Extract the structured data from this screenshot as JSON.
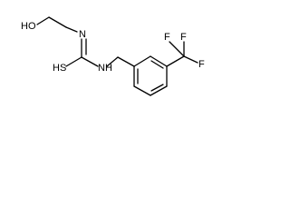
{
  "structure": {
    "atoms": [
      {
        "id": "o1",
        "label": "HO"
      },
      {
        "id": "n1",
        "label": "N"
      },
      {
        "id": "s1",
        "label": "HS"
      },
      {
        "id": "n2",
        "label": "NH"
      },
      {
        "id": "f1",
        "label": "F"
      },
      {
        "id": "f2",
        "label": "F"
      },
      {
        "id": "f3",
        "label": "F"
      }
    ]
  },
  "colors": {
    "bond": "#000000",
    "text": "#000000",
    "background": "#ffffff"
  }
}
